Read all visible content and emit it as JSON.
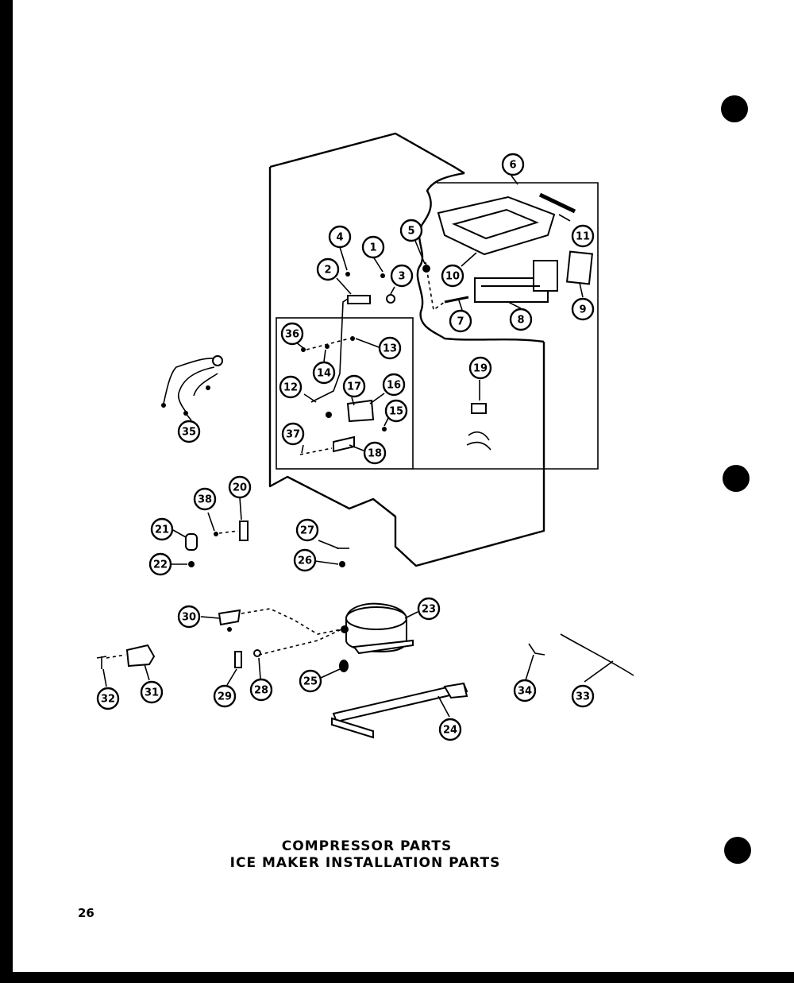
{
  "diagram": {
    "title_line_1": "COMPRESSOR PARTS",
    "title_line_2": "ICE MAKER INSTALLATION PARTS",
    "page_number": "26",
    "callouts": [
      "1",
      "2",
      "3",
      "4",
      "5",
      "6",
      "7",
      "8",
      "9",
      "10",
      "11",
      "12",
      "13",
      "14",
      "15",
      "16",
      "17",
      "18",
      "19",
      "20",
      "21",
      "22",
      "23",
      "24",
      "25",
      "26",
      "27",
      "28",
      "29",
      "30",
      "31",
      "32",
      "33",
      "34",
      "35",
      "36",
      "37",
      "38"
    ]
  }
}
